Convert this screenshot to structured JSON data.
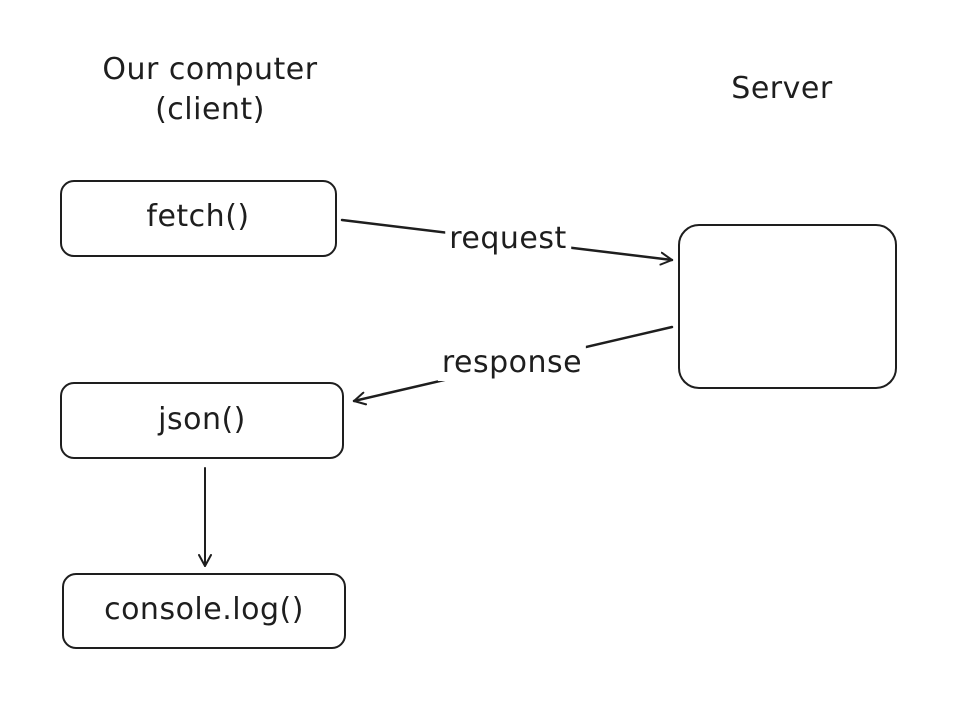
{
  "columns": {
    "client_title": "Our computer\n(client)",
    "server_title": "Server"
  },
  "nodes": {
    "fetch": "fetch()",
    "json": "json()",
    "console_log": "console.log()"
  },
  "edges": {
    "request": "request",
    "response": "response"
  },
  "colors": {
    "stroke": "#1e1e1e",
    "background": "#ffffff"
  }
}
